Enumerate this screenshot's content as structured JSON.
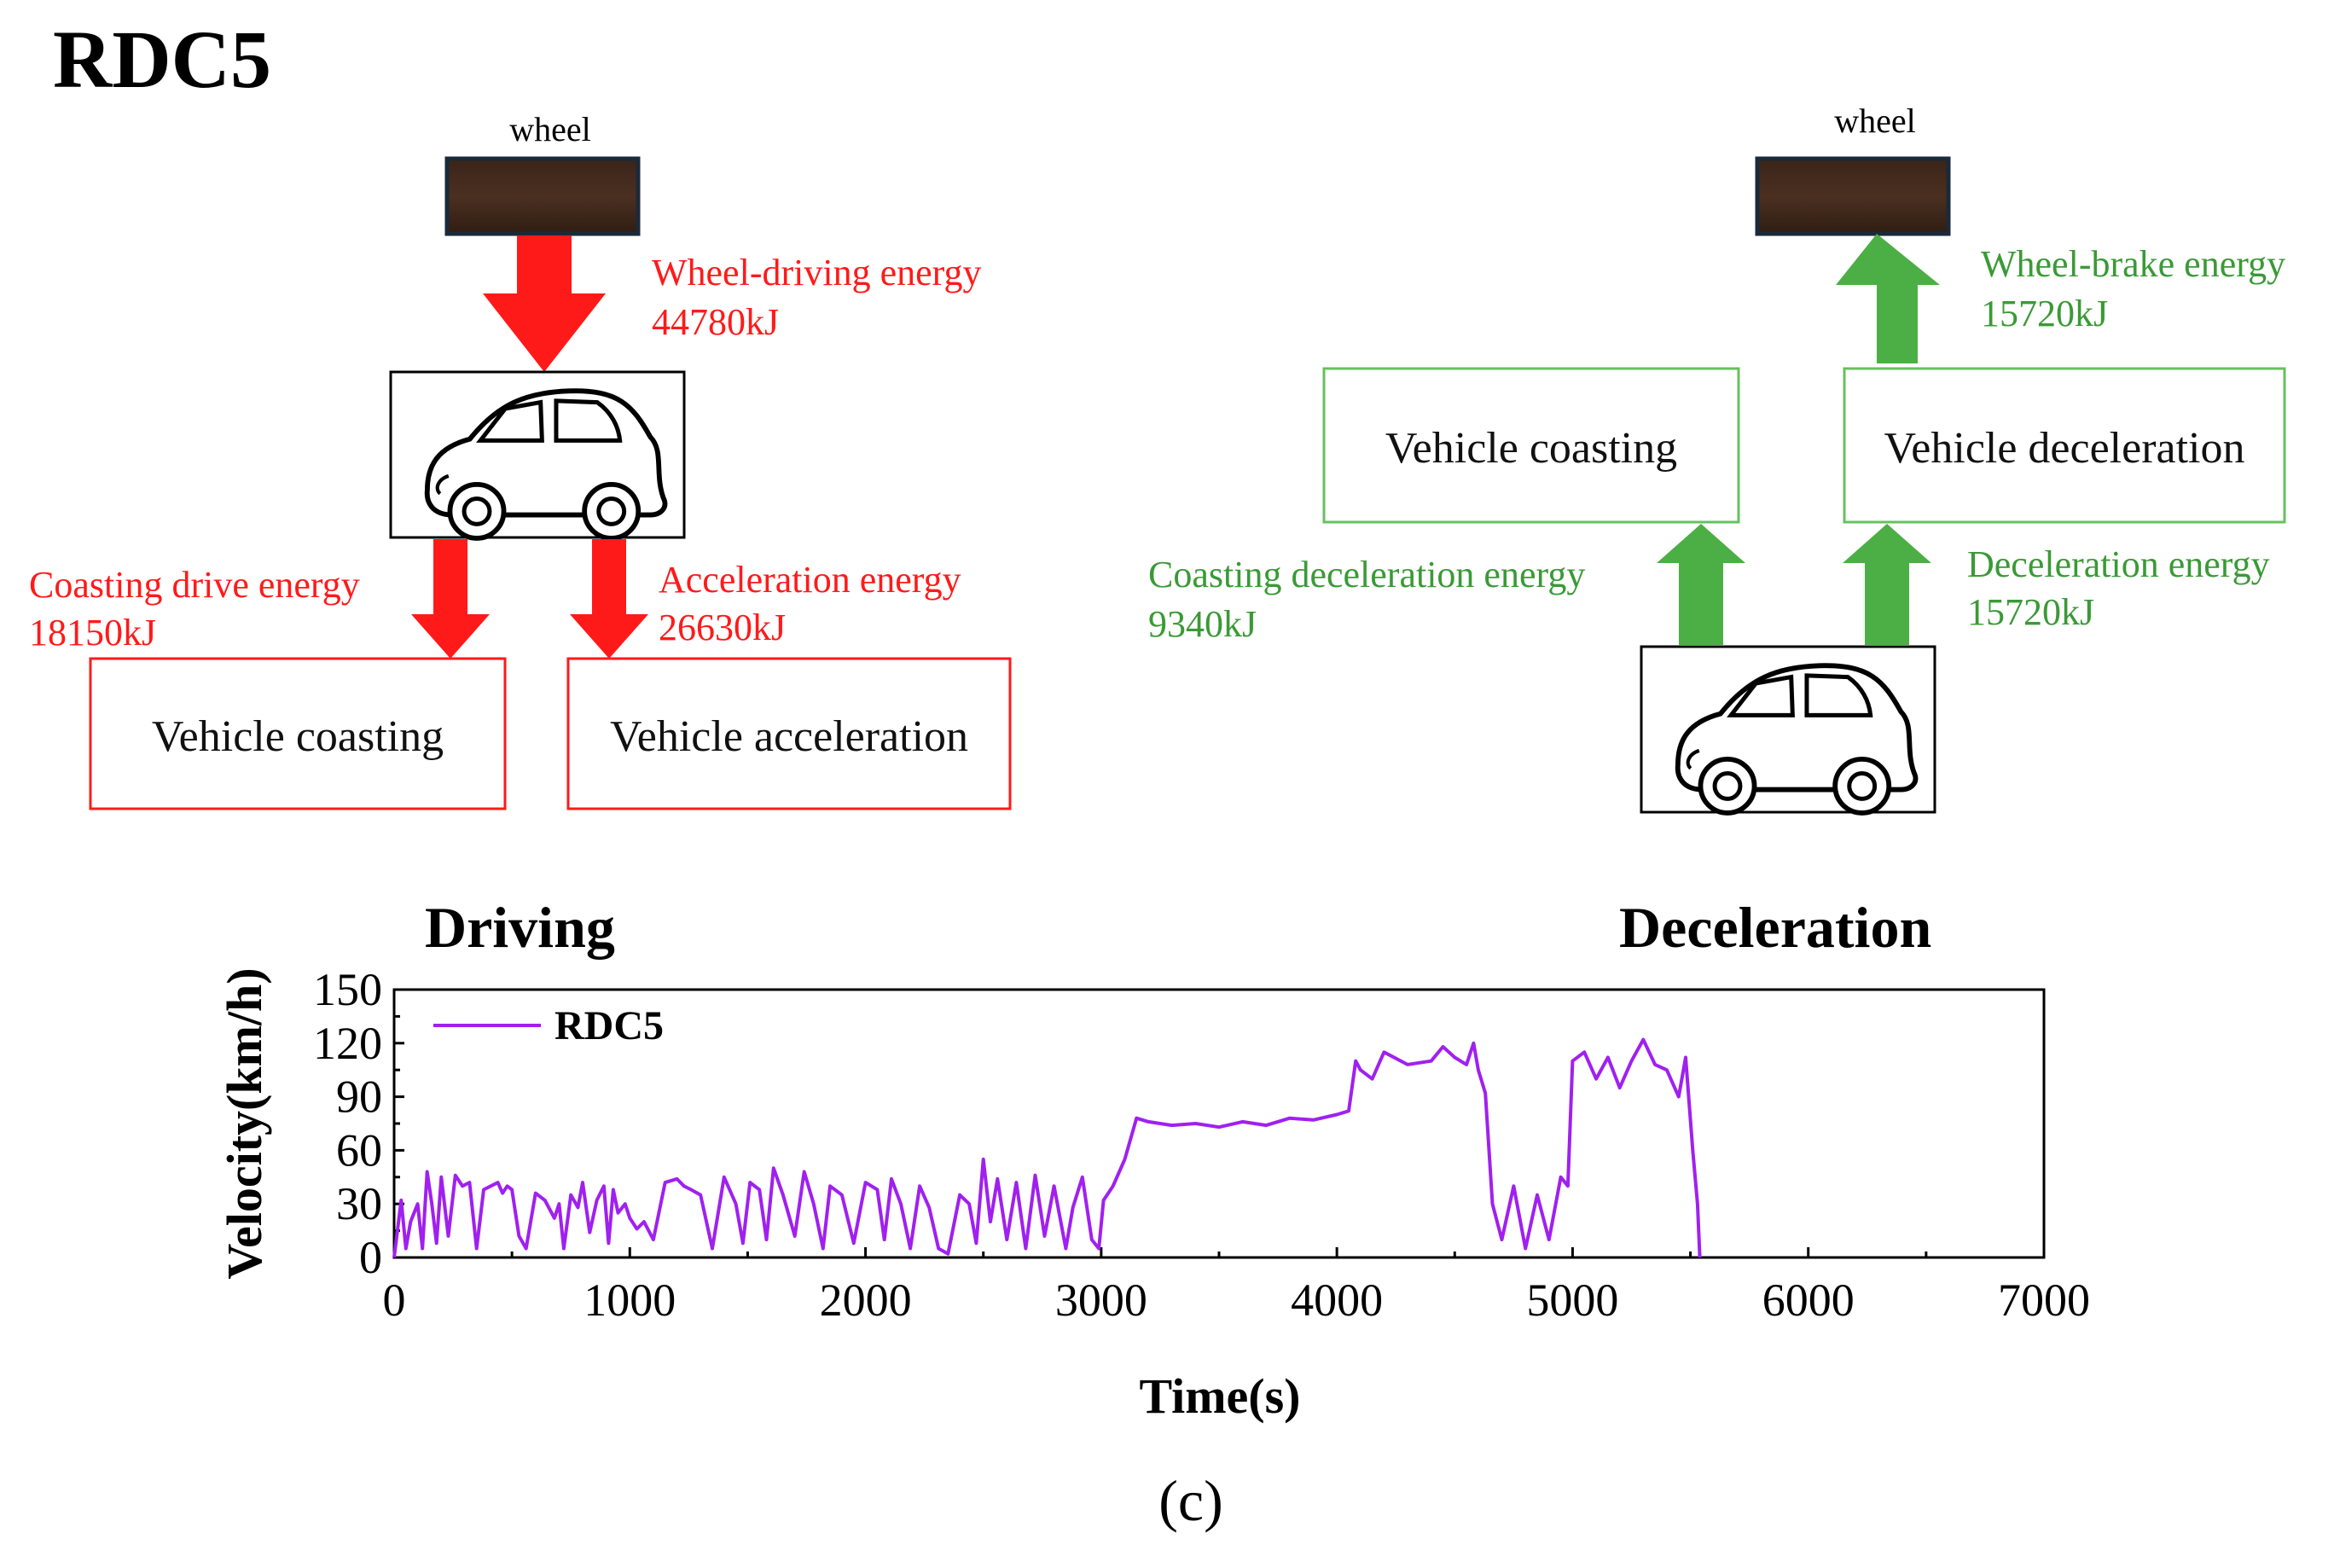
{
  "figure": {
    "title": "RDC5",
    "caption": "(c)"
  },
  "driving_diagram": {
    "wheel_label": "wheel",
    "wheel_energy_label": "Wheel-driving energy",
    "wheel_energy_value": "44780kJ",
    "coasting_label": "Coasting drive energy",
    "coasting_value": "18150kJ",
    "accel_label": "Acceleration energy",
    "accel_value": "26630kJ",
    "box_coasting": "Vehicle coasting",
    "box_acceleration": "Vehicle acceleration",
    "color": "#ff1a1a"
  },
  "decel_diagram": {
    "wheel_label": "wheel",
    "wheel_energy_label": "Wheel-brake energy",
    "wheel_energy_value": "15720kJ",
    "coasting_label": "Coasting deceleration energy",
    "coasting_value": "9340kJ",
    "decel_label": "Deceleration energy",
    "decel_value": "15720kJ",
    "box_coasting": "Vehicle coasting",
    "box_deceleration": "Vehicle deceleration",
    "color": "#3a9a36"
  },
  "sections": {
    "left": "Driving",
    "right": "Deceleration"
  },
  "chart_data": {
    "type": "line",
    "xlabel": "Time(s)",
    "ylabel": "Velocity(km/h)",
    "xlim": [
      0,
      7000
    ],
    "ylim": [
      0,
      150
    ],
    "xticks": [
      0,
      1000,
      2000,
      3000,
      4000,
      5000,
      6000,
      7000
    ],
    "yticks": [
      0,
      30,
      60,
      90,
      120,
      150
    ],
    "grid": false,
    "legend_position": "top-left",
    "series": [
      {
        "name": "RDC5",
        "color": "#a020f0",
        "x": [
          0,
          30,
          50,
          70,
          100,
          120,
          140,
          160,
          180,
          200,
          230,
          260,
          290,
          320,
          350,
          380,
          410,
          440,
          460,
          480,
          500,
          530,
          560,
          600,
          640,
          680,
          700,
          720,
          750,
          780,
          800,
          830,
          860,
          890,
          910,
          930,
          950,
          980,
          1000,
          1030,
          1060,
          1100,
          1150,
          1200,
          1230,
          1260,
          1300,
          1350,
          1400,
          1450,
          1480,
          1510,
          1550,
          1580,
          1610,
          1650,
          1700,
          1740,
          1780,
          1820,
          1850,
          1900,
          1950,
          2000,
          2050,
          2080,
          2110,
          2150,
          2190,
          2230,
          2270,
          2310,
          2350,
          2400,
          2440,
          2470,
          2500,
          2530,
          2560,
          2600,
          2640,
          2680,
          2720,
          2760,
          2800,
          2850,
          2880,
          2920,
          2960,
          2990,
          3010,
          3050,
          3100,
          3150,
          3200,
          3300,
          3400,
          3500,
          3600,
          3700,
          3800,
          3900,
          4000,
          4050,
          4080,
          4100,
          4150,
          4200,
          4300,
          4400,
          4450,
          4500,
          4550,
          4580,
          4600,
          4630,
          4660,
          4700,
          4750,
          4800,
          4850,
          4900,
          4950,
          4980,
          5000,
          5050,
          5100,
          5150,
          5200,
          5250,
          5300,
          5350,
          5400,
          5450,
          5480,
          5510,
          5530,
          5540
        ],
        "values": [
          0,
          32,
          5,
          20,
          30,
          5,
          48,
          30,
          8,
          45,
          12,
          46,
          40,
          42,
          5,
          38,
          40,
          42,
          36,
          40,
          38,
          12,
          5,
          36,
          32,
          22,
          30,
          5,
          35,
          28,
          42,
          14,
          32,
          40,
          8,
          38,
          25,
          30,
          22,
          16,
          20,
          10,
          42,
          44,
          40,
          38,
          35,
          5,
          45,
          30,
          8,
          42,
          38,
          10,
          50,
          35,
          12,
          48,
          30,
          5,
          40,
          35,
          8,
          42,
          38,
          10,
          44,
          30,
          5,
          40,
          28,
          5,
          2,
          35,
          30,
          8,
          55,
          20,
          44,
          10,
          42,
          5,
          46,
          12,
          40,
          5,
          28,
          45,
          10,
          5,
          32,
          40,
          55,
          78,
          76,
          74,
          75,
          73,
          76,
          74,
          78,
          77,
          80,
          82,
          110,
          105,
          100,
          115,
          108,
          110,
          118,
          112,
          108,
          120,
          105,
          92,
          30,
          10,
          40,
          5,
          35,
          10,
          45,
          40,
          110,
          115,
          100,
          112,
          95,
          110,
          122,
          108,
          105,
          90,
          112,
          60,
          30,
          0
        ]
      }
    ]
  }
}
